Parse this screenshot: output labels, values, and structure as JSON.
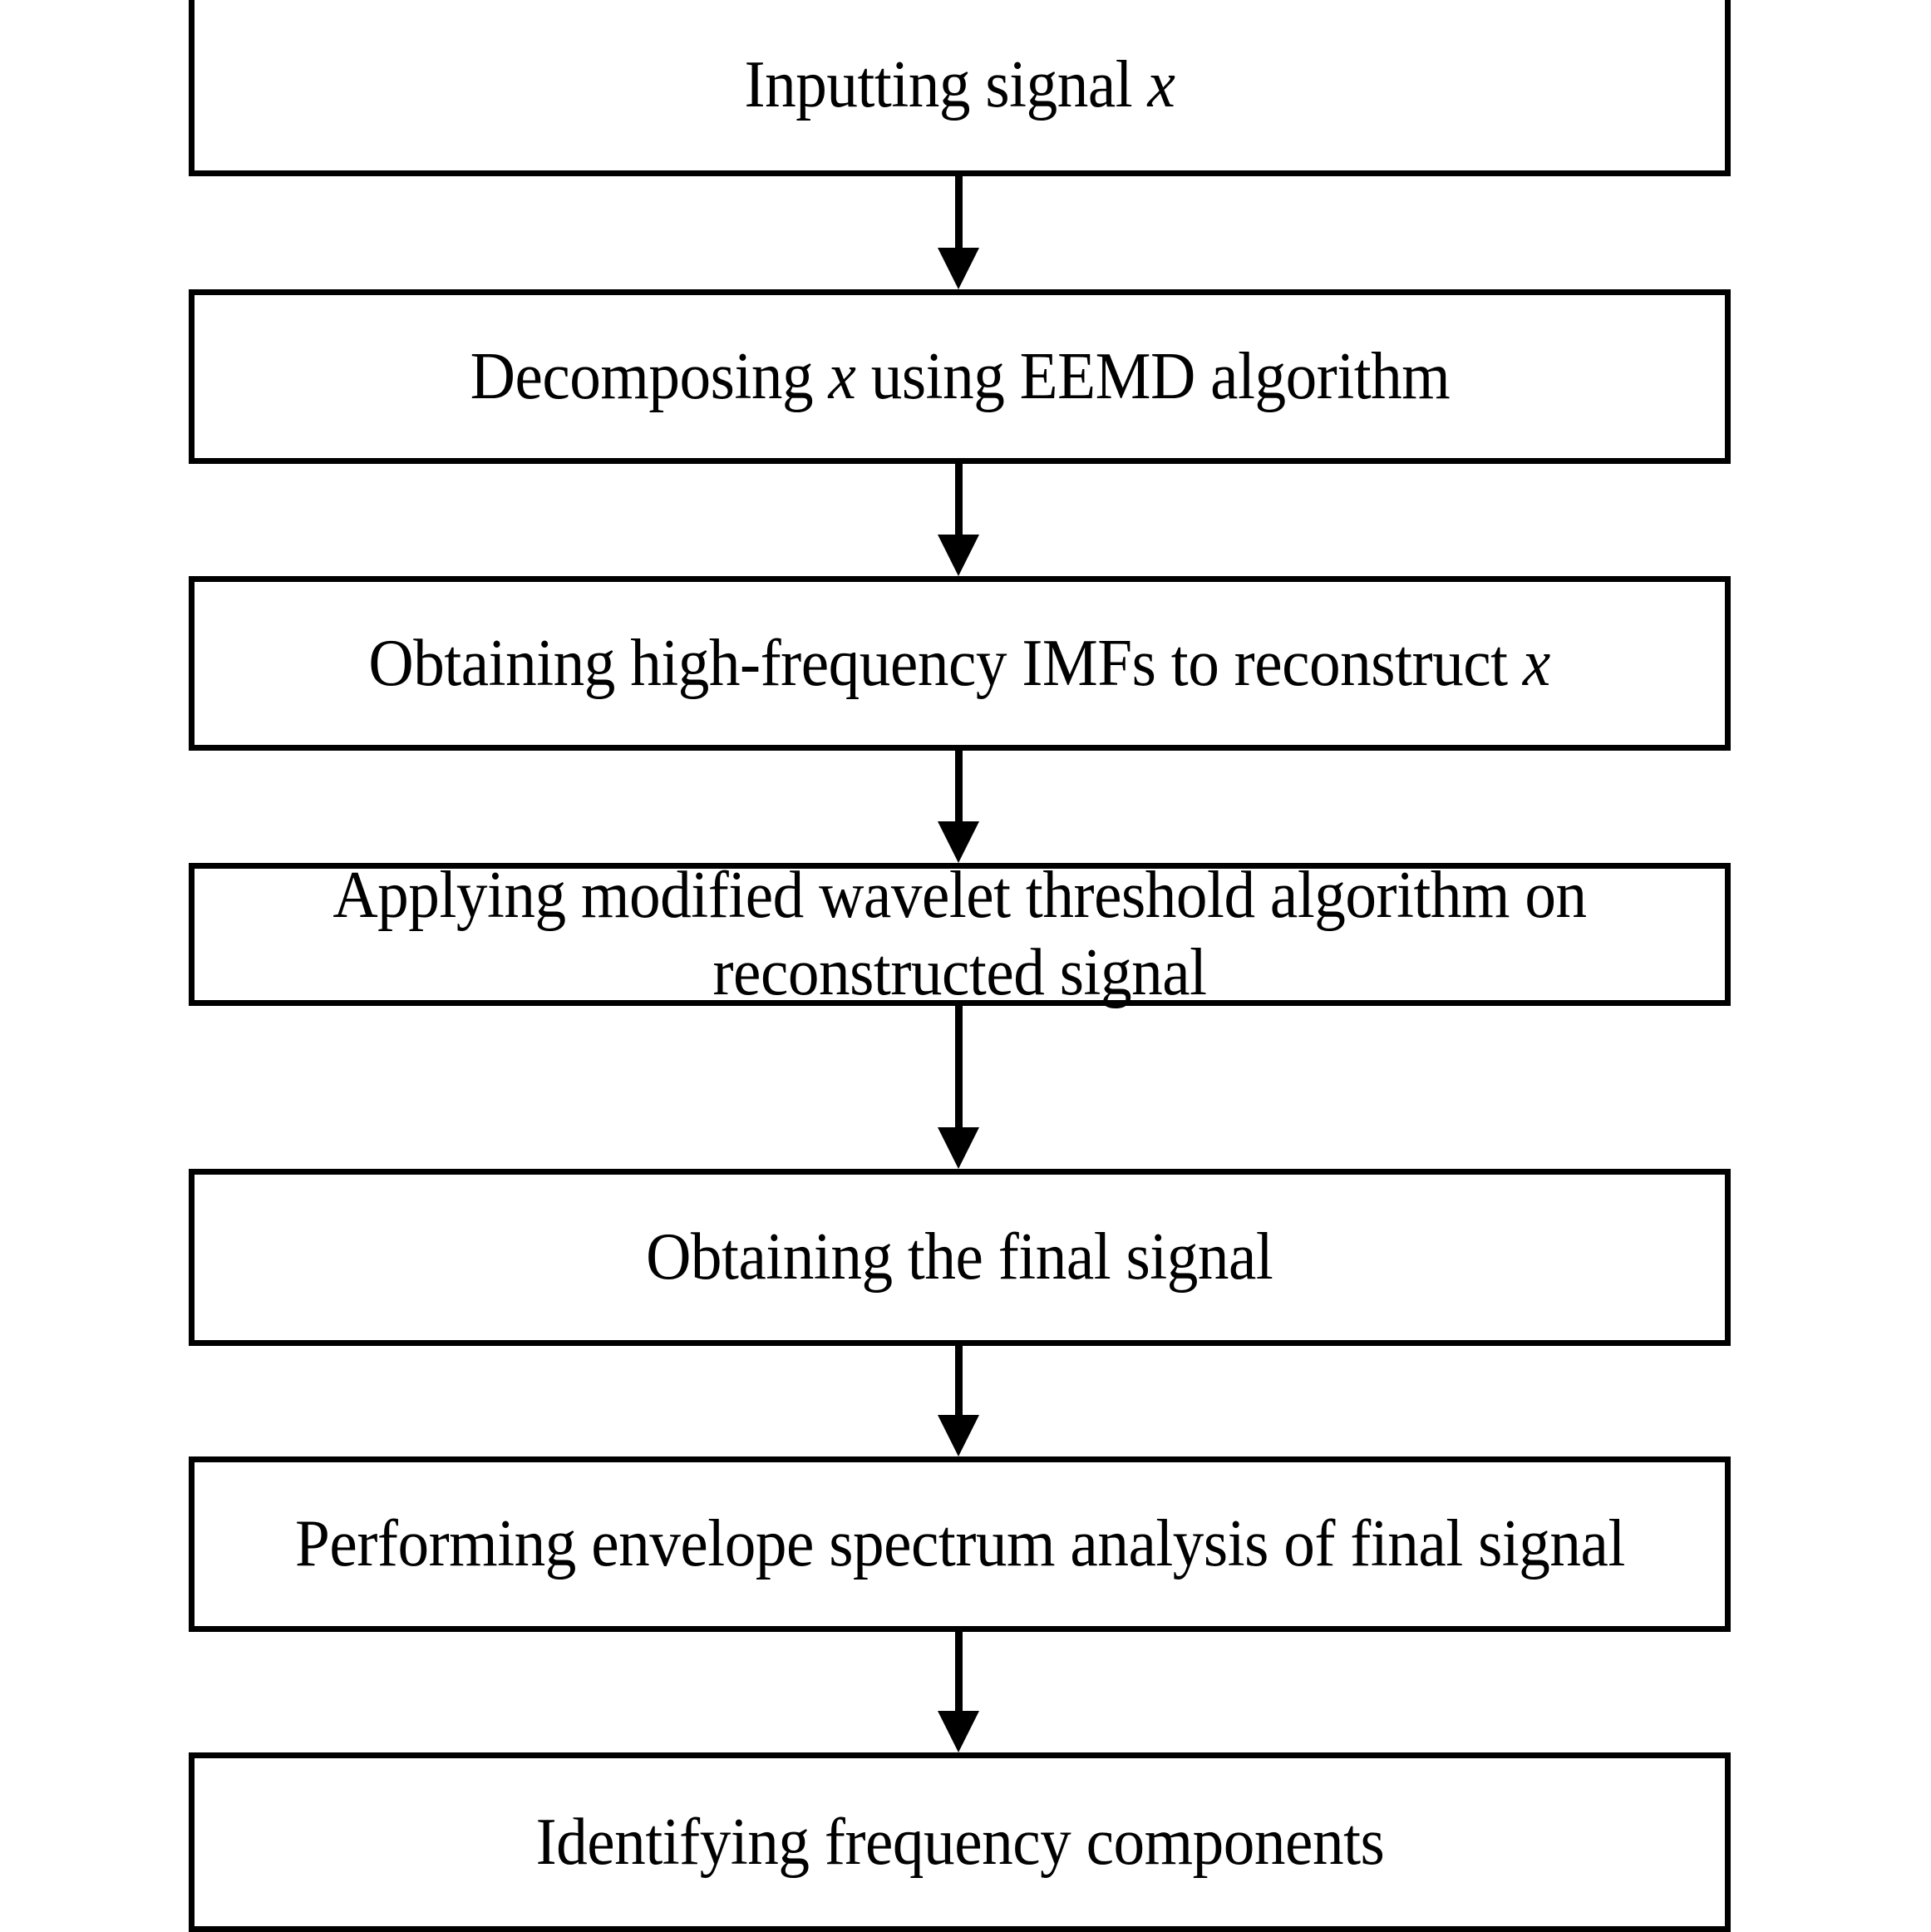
{
  "diagram": {
    "type": "flowchart",
    "orientation": "vertical",
    "title": "",
    "style": {
      "box_fill": "#ffffff",
      "box_stroke": "#000000",
      "text_color": "#000000",
      "arrow_color": "#000000",
      "background": "#ffffff"
    },
    "nodes": [
      {
        "id": "step-1",
        "name": "inputting-signal",
        "text_pre": "Inputting signal ",
        "variable": "x",
        "text_post": "",
        "lines": 1
      },
      {
        "id": "step-2",
        "name": "decomposing-eemd",
        "text_pre": "Decomposing ",
        "variable": "x",
        "text_post": " using EEMD algorithm",
        "lines": 1
      },
      {
        "id": "step-3",
        "name": "obtaining-high-frequency-imfs",
        "text_pre": "Obtaining high-frequency IMFs to reconstruct ",
        "variable": "x",
        "text_post": "",
        "lines": 1
      },
      {
        "id": "step-4",
        "name": "applying-wavelet-threshold",
        "text_pre": "Applying modified wavelet threshold algorithm on reconstructed signal",
        "variable": "",
        "text_post": "",
        "lines": 2
      },
      {
        "id": "step-5",
        "name": "obtaining-final-signal",
        "text_pre": "Obtaining the final signal",
        "variable": "",
        "text_post": "",
        "lines": 1
      },
      {
        "id": "step-6",
        "name": "envelope-spectrum-analysis",
        "text_pre": "Performing envelope spectrum analysis of final signal",
        "variable": "",
        "text_post": "",
        "lines": 2
      },
      {
        "id": "step-7",
        "name": "identifying-frequency-components",
        "text_pre": "Identifying frequency components",
        "variable": "",
        "text_post": "",
        "lines": 1
      }
    ],
    "edges": [
      {
        "from": "step-1",
        "to": "step-2",
        "label": "",
        "arrow": "down"
      },
      {
        "from": "step-2",
        "to": "step-3",
        "label": "",
        "arrow": "down"
      },
      {
        "from": "step-3",
        "to": "step-4",
        "label": "",
        "arrow": "down"
      },
      {
        "from": "step-4",
        "to": "step-5",
        "label": "",
        "arrow": "down"
      },
      {
        "from": "step-5",
        "to": "step-6",
        "label": "",
        "arrow": "down"
      },
      {
        "from": "step-6",
        "to": "step-7",
        "label": "",
        "arrow": "down"
      }
    ]
  }
}
